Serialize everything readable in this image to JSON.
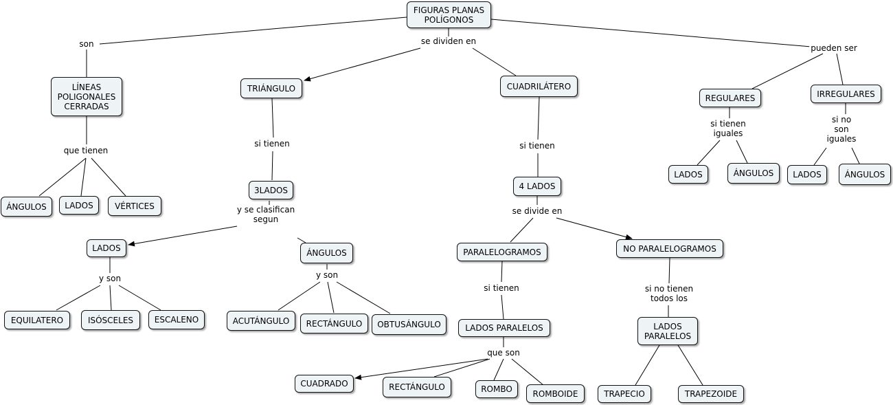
{
  "concept_map": {
    "root": {
      "label": "FIGURAS PLANAS\nPOLÍGONOS"
    },
    "left": {
      "link_son": "son",
      "lineas": "LÍNEAS\nPOLIGONALES\nCERRADAS",
      "link_que_tienen": "que tienen",
      "angulos": "ÁNGULOS",
      "lados": "LADOS",
      "vertices": "VÉRTICES"
    },
    "center": {
      "link_se_dividen_en": "se dividen en",
      "triangulo": "TRIÁNGULO",
      "link_si_tienen_1": "si tienen",
      "tres_lados": "3LADOS",
      "link_y_se_clasifican": "y se clasifican\nsegun",
      "lados": "LADOS",
      "link_y_son_1": "y son",
      "equilatero": "EQUILATERO",
      "isosceles": "ISÓSCELES",
      "escaleno": "ESCALENO",
      "angulos": "ÁNGULOS",
      "link_y_son_2": "y son",
      "acutangulo": "ACUTÁNGULO",
      "rectangulo_t": "RECTÁNGULO",
      "obtusangulo": "OBTUSÁNGULO",
      "cuadrilatero": "CUADRILÁTERO",
      "link_si_tienen_2": "si tienen",
      "cuatro_lados": "4 LADOS",
      "link_se_divide_en": "se divide en",
      "paralelogramos": "PARALELOGRAMOS",
      "link_si_tienen_3": "si tienen",
      "lados_paralelos_1": "LADOS PARALELOS",
      "link_que_son": "que son",
      "cuadrado": "CUADRADO",
      "rectangulo_c": "RECTÁNGULO",
      "rombo": "ROMBO",
      "romboide": "ROMBOIDE",
      "no_paralelogramos": "NO PARALELOGRAMOS",
      "link_si_no_tienen": "si no tienen\ntodos los",
      "lados_paralelos_2": "LADOS\nPARALELOS",
      "trapecio": "TRAPECIO",
      "trapezoide": "TRAPEZOIDE"
    },
    "right": {
      "link_pueden_ser": "pueden ser",
      "regulares": "REGULARES",
      "link_si_tienen_iguales": "si tienen\niguales",
      "lados_r": "LADOS",
      "angulos_r": "ÁNGULOS",
      "irregulares": "IRREGULARES",
      "link_si_no_son_iguales": "si no\nson\niguales",
      "lados_i": "LADOS",
      "angulos_i": "ÁNGULOS"
    }
  }
}
